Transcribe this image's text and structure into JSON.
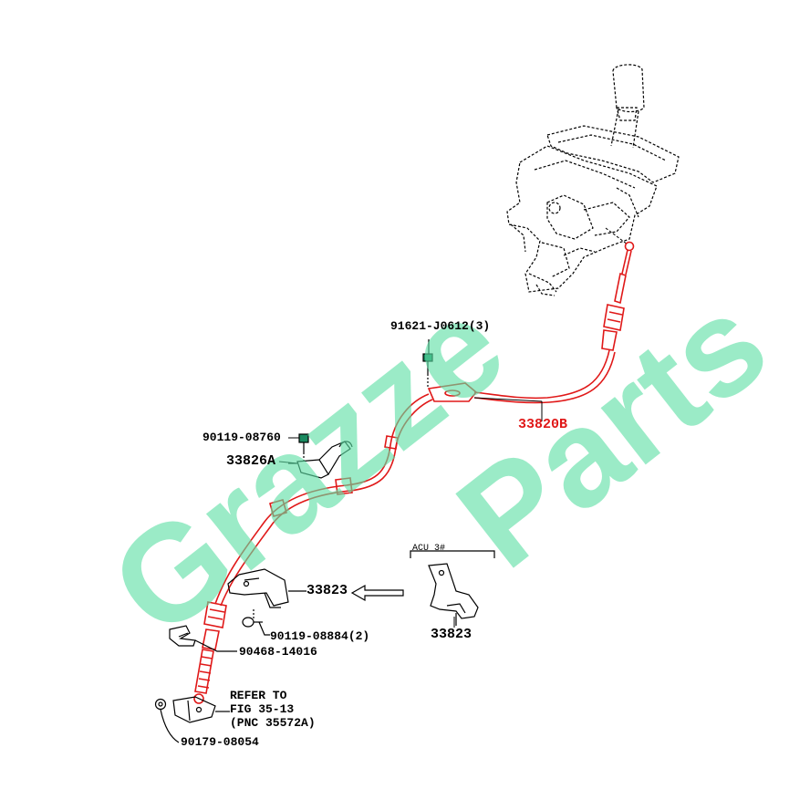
{
  "labels": {
    "clip_bolt": "91621-J0612(3)",
    "shift_cable": "33820B",
    "bolt_upper": "90119-08760",
    "bracket_upper": "33826A",
    "bracket_main": "33823",
    "bolt_lower": "90119-08884(2)",
    "clip_lower": "90468-14016",
    "variant_tag": "ACU 3#",
    "bracket_variant": "33823",
    "refer_line1": "REFER TO",
    "refer_line2": "FIG 35-13",
    "refer_line3": "(PNC 35572A)",
    "nut": "90179-08054"
  },
  "watermark": {
    "part1": "Grazze",
    "part2": "Parts"
  },
  "colors": {
    "highlight": "#e01818",
    "watermark": "#5ee0a6",
    "ink": "#000000"
  }
}
